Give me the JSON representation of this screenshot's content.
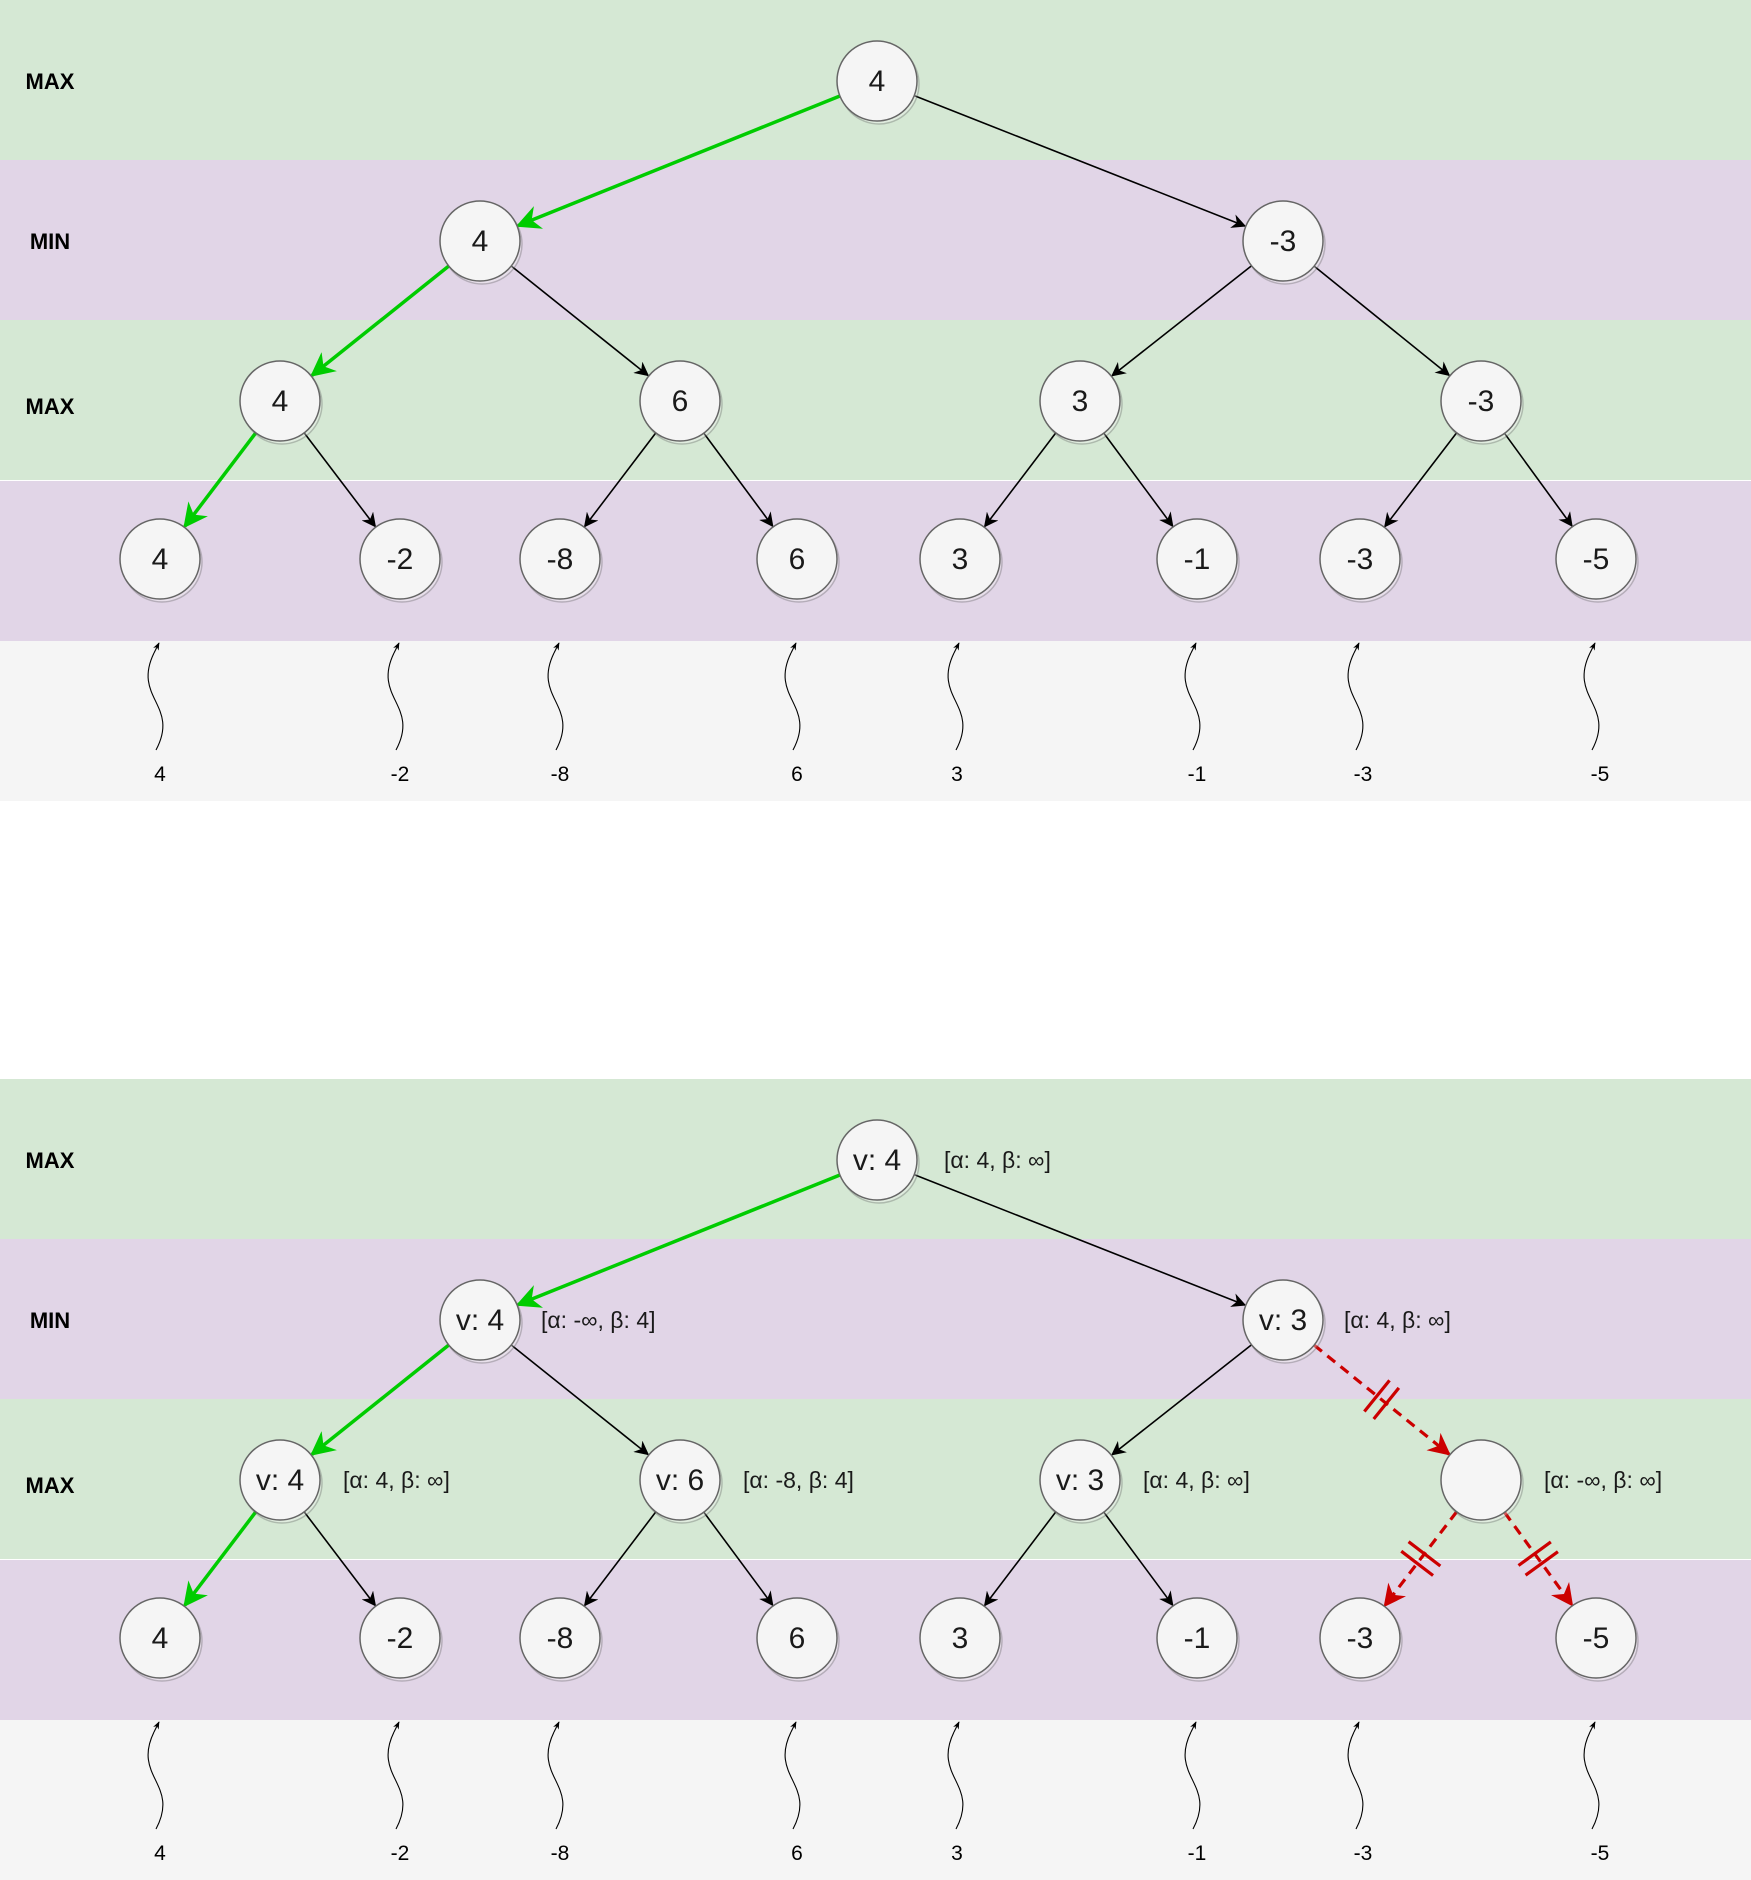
{
  "colors": {
    "max_band": "#d5e8d4",
    "min_band": "#e1d5e7",
    "leaf_band": "#f5f5f5",
    "best_path": "#00cc00",
    "edge": "#000000",
    "pruned": "#cc0000",
    "node_fill": "#f5f5f5",
    "node_stroke": "#666666"
  },
  "level_labels": [
    "MAX",
    "MIN",
    "MAX"
  ],
  "leaf_values": [
    "4",
    "-2",
    "-8",
    "6",
    "3",
    "-1",
    "-3",
    "-5"
  ],
  "minimax_tree": {
    "root": "4",
    "min_level": [
      "4",
      "-3"
    ],
    "max_level": [
      "4",
      "6",
      "3",
      "-3"
    ]
  },
  "alphabeta_tree": {
    "root": "v: 4",
    "root_bounds": "[α: 4, β: ∞]",
    "min_level": [
      "v: 4",
      "v: 3"
    ],
    "min_bounds": [
      "[α: -∞, β: 4]",
      "[α: 4, β: ∞]"
    ],
    "max_level": [
      "v: 4",
      "v: 6",
      "v: 3",
      ""
    ],
    "max_bounds": [
      "[α: 4, β: ∞]",
      "[α: -8, β: 4]",
      "[α: 4, β: ∞]",
      "[α: -∞, β: ∞]"
    ]
  }
}
